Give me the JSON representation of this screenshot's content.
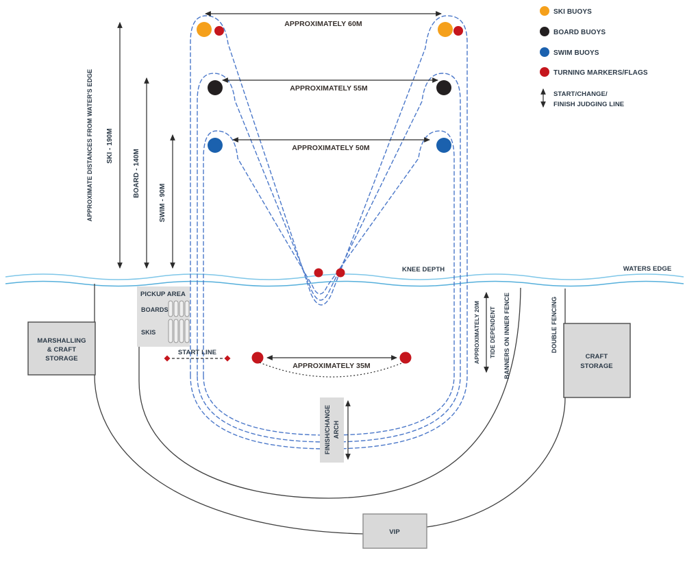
{
  "legend": {
    "ski": "SKI BUOYS",
    "board": "BOARD BUOYS",
    "swim": "SWIM BUOYS",
    "turning": "TURNING MARKERS/FLAGS",
    "judging_line1": "START/CHANGE/",
    "judging_line2": "FINISH JUDGING LINE"
  },
  "distances": {
    "axis_title": "APPROXIMATE DISTANCES FROM WATER'S EDGE",
    "ski": "SKI - 190M",
    "board": "BOARD - 140M",
    "swim": "SWIM - 90M"
  },
  "measurements": {
    "ski_width": "APPROXIMATELY 60M",
    "board_width": "APPROXIMATELY 55M",
    "swim_width": "APPROXIMATELY 50M",
    "start_gap": "APPROXIMATELY 35M",
    "tide_line1": "APPROXIMATELY 20M",
    "tide_line2": "TIDE DEPENDENT"
  },
  "water": {
    "knee_depth": "KNEE DEPTH",
    "waters_edge": "WATERS EDGE"
  },
  "beach": {
    "pickup_title": "PICKUP AREA",
    "boards": "BOARDS",
    "skis": "SKIS",
    "start_line": "START LINE",
    "marshalling_line1": "MARSHALLING",
    "marshalling_line2": "& CRAFT",
    "marshalling_line3": "STORAGE",
    "craft_line1": "CRAFT",
    "craft_line2": "STORAGE",
    "vip": "VIP",
    "arch_line1": "FINISH/CHANGE",
    "arch_line2": "ARCH",
    "banners": "BANNERS ON INNER FENCE",
    "double_fencing": "DOUBLE FENCING"
  },
  "colors": {
    "ski_buoy": "#F5A01B",
    "board_buoy": "#231F20",
    "swim_buoy": "#1B61AE",
    "turning_marker": "#C5161D",
    "course_line": "#4A77C9",
    "water_line": "#7EC6E8",
    "water_line2": "#55AFDB",
    "fence": "#3F3F3F",
    "box_fill": "#D9D9D9",
    "text": "#2B3947"
  }
}
